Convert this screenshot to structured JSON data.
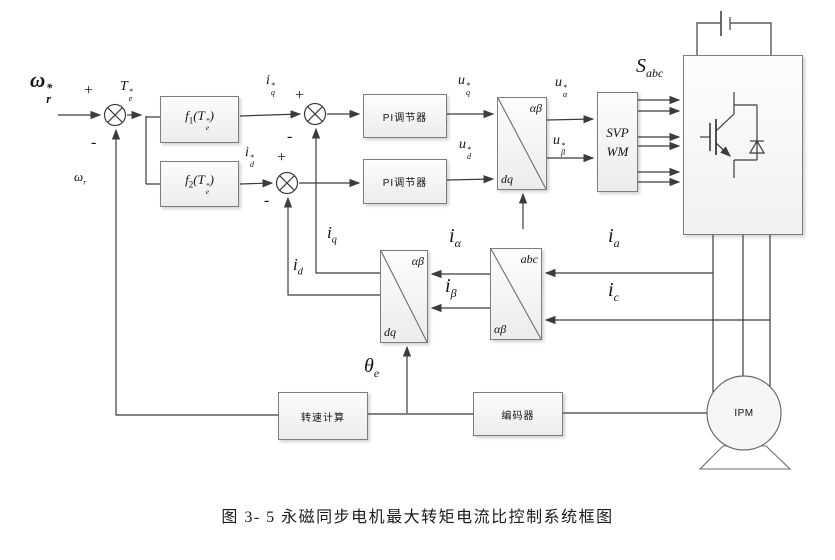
{
  "diagram": {
    "caption": "图 3- 5 永磁同步电机最大转矩电流比控制系统框图",
    "signs": {
      "plus": "+",
      "minus": "-"
    },
    "blocks": {
      "f1": {
        "fn": "f",
        "idx": "1",
        "open": "(",
        "arg": "T",
        "arg_sup": "*",
        "arg_sub": "e",
        "close": ")"
      },
      "f2": {
        "fn": "f",
        "idx": "2",
        "open": "(",
        "arg": "T",
        "arg_sup": "*",
        "arg_sub": "e",
        "close": ")"
      },
      "pi_q": {
        "label": "PI调节器"
      },
      "pi_d": {
        "label": "PI调节器"
      },
      "voltage_transform": {
        "top_right": "αβ",
        "bottom_left": "dq"
      },
      "svpwm": {
        "line1": "SVP",
        "line2": "WM"
      },
      "current_transform": {
        "top_right": "αβ",
        "bottom_left": "dq"
      },
      "clarke_transform": {
        "top_right": "abc",
        "bottom_left": "αβ"
      },
      "speed_calc": {
        "label": "转速计算"
      },
      "encoder": {
        "label": "编码器"
      },
      "motor": {
        "label": "IPM"
      }
    },
    "signals": {
      "omega_ref": {
        "base": "ω",
        "sup": "*",
        "sub": "r"
      },
      "omega_fb": {
        "base": "ω",
        "sub": "r"
      },
      "te_ref": {
        "base": "T",
        "sup": "*",
        "sub": "e"
      },
      "iq_ref": {
        "base": "i",
        "sup": "*",
        "sub": "q"
      },
      "id_ref": {
        "base": "i",
        "sup": "*",
        "sub": "d"
      },
      "uq_ref": {
        "base": "u",
        "sup": "*",
        "sub": "q"
      },
      "ud_ref": {
        "base": "u",
        "sup": "*",
        "sub": "d"
      },
      "ualpha_ref": {
        "base": "u",
        "sup": "*",
        "sub": "α"
      },
      "ubeta_ref": {
        "base": "u",
        "sup": "*",
        "sub": "β"
      },
      "s_abc": {
        "base": "S",
        "sub": "abc"
      },
      "iq_fb": {
        "base": "i",
        "sub": "q"
      },
      "id_fb": {
        "base": "i",
        "sub": "d"
      },
      "i_alpha": {
        "base": "i",
        "sub": "α"
      },
      "i_beta": {
        "base": "i",
        "sub": "β"
      },
      "i_a": {
        "base": "i",
        "sub": "a"
      },
      "i_c": {
        "base": "i",
        "sub": "c"
      },
      "theta_e": {
        "base": "θ",
        "sub": "e"
      }
    }
  }
}
